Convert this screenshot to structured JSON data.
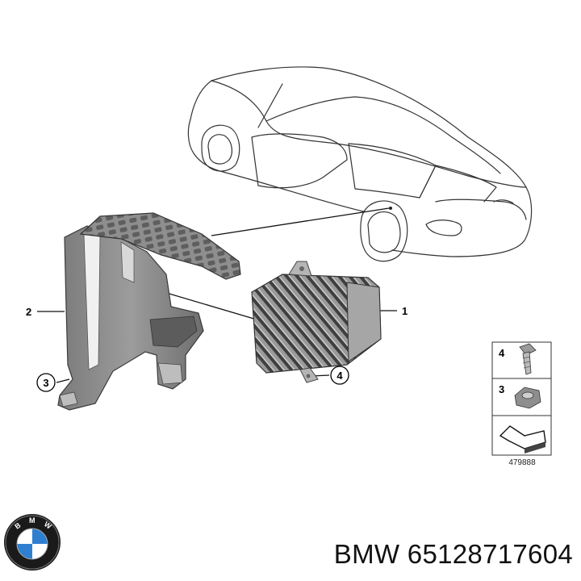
{
  "callouts": {
    "c1": "1",
    "c2": "2",
    "c3": "3",
    "c4": "4"
  },
  "legend": {
    "bolt_number": "4",
    "nut_number": "3",
    "reference": "479888"
  },
  "logo": {
    "name": "bmw-roundel",
    "letters": "BMW",
    "colors": {
      "ring": "#1a1a1a",
      "blue": "#2f7fd0",
      "white": "#ffffff"
    }
  },
  "caption": "BMW 65128717604"
}
